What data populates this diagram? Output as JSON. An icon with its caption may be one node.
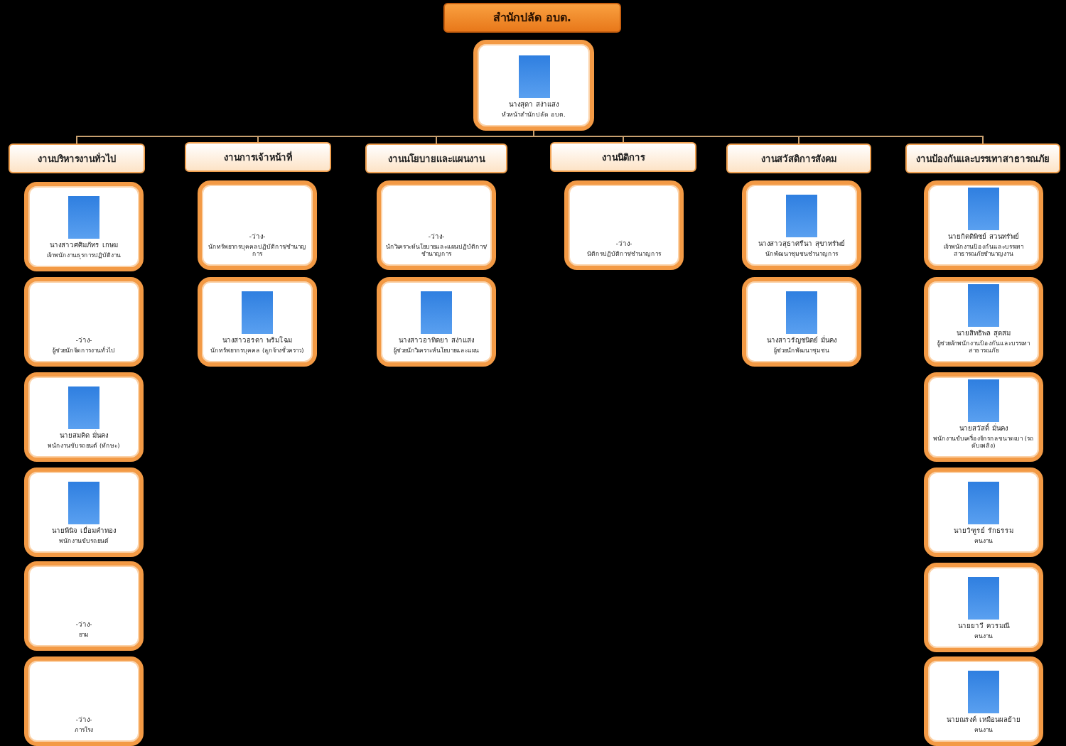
{
  "diagram": {
    "nodes": [
      {
        "text": [
          "สำนักปลัด อบต."
        ]
      },
      {
        "text": [
          "นางสุดา สง่าแสง",
          "หัวหน้าสำนักปลัด อบต."
        ]
      },
      {
        "text": [
          "งานบริหารงานทั่วไป"
        ]
      },
      {
        "text": [
          "งานการเจ้าหน้าที่"
        ]
      },
      {
        "text": [
          "งานนโยบายและแผนงาน"
        ]
      },
      {
        "text": [
          "งานนิติการ"
        ]
      },
      {
        "text": [
          "งานสวัสดิการสังคม"
        ]
      },
      {
        "text": [
          "งานป้องกันและบรรเทาสาธารณภัย"
        ]
      },
      {
        "text": [
          "นางสาวศศิมภัทร เกษม",
          "เจ้าพนักงานธุรการปฏิบัติงาน"
        ]
      },
      {
        "text": [
          "-ว่าง-",
          "ผู้ช่วยนักจัดการงานทั่วไป"
        ]
      },
      {
        "text": [
          "นายสมคิด มั่นคง",
          "พนักงานขับรถยนต์ (ทักษะ)"
        ]
      },
      {
        "text": [
          "นายพีนิจ เยื่อมคำทอง",
          "พนักงานขับรถยนต์"
        ]
      },
      {
        "text": [
          "-ว่าง-",
          "ยาม"
        ]
      },
      {
        "text": [
          "-ว่าง-",
          "ภารโรง"
        ]
      },
      {
        "text": [
          "-ว่าง-",
          "นักทรัพยากรบุคคลปฏิบัติการ/ชำนาญการ"
        ]
      },
      {
        "text": [
          "นางสาวอรดา พริมโฉม",
          "นักทรัพยากรบุคคล (ลูกจ้างชั่วคราว)"
        ]
      },
      {
        "text": [
          "-ว่าง-",
          "นักวิเคราะห์นโยบายและแผนปฏิบัติการ/ชำนาญการ"
        ]
      },
      {
        "text": [
          "นางสาวอาทิตยา สง่าแสง",
          "ผู้ช่วยนักวิเคราะห์นโยบายและแผน"
        ]
      },
      {
        "text": [
          "-ว่าง-",
          "นิติกรปฏิบัติการ/ชำนาญการ"
        ]
      },
      {
        "text": [
          "นางสาวสุธาศรีนา สุขาทรัพย์",
          "นักพัฒนาชุมชนชำนาญการ"
        ]
      },
      {
        "text": [
          "นางสาวรัญชนิตย์ มั่นคง",
          "ผู้ช่วยนักพัฒนาชุมชน"
        ]
      },
      {
        "text": [
          "นายกิตติพิชย์ สวนทรัพย์",
          "เจ้าพนักงานป้องกันและบรรเทาสาธารณภัยชำนาญงาน"
        ]
      },
      {
        "text": [
          "นายสิทธิพล สุดสม",
          "ผู้ช่วยเจ้าพนักงานป้องกันและบรรเทาสาธารณภัย"
        ]
      },
      {
        "text": [
          "นายสวัสดิ์ มั่นคง",
          "พนักงานขับเครื่องจักรกลขนาดเบา (รถดับเพลิง)"
        ]
      },
      {
        "text": [
          "นายวิฑูรย์ รักธรรม",
          "คนงาน"
        ]
      },
      {
        "text": [
          "นายยาวี ควรมณี",
          "คนงาน"
        ]
      },
      {
        "text": [
          "นายณรงค์ เหมือนผลย้าย",
          "คนงาน"
        ]
      }
    ],
    "edges": [
      {
        "from": 1,
        "to": 2,
        "arrow": "none"
      },
      {
        "from": 1,
        "to": 3,
        "arrow": "none"
      },
      {
        "from": 1,
        "to": 4,
        "arrow": "none"
      },
      {
        "from": 1,
        "to": 5,
        "arrow": "none"
      },
      {
        "from": 1,
        "to": 6,
        "arrow": "none"
      },
      {
        "from": 1,
        "to": 7,
        "arrow": "none"
      }
    ]
  }
}
